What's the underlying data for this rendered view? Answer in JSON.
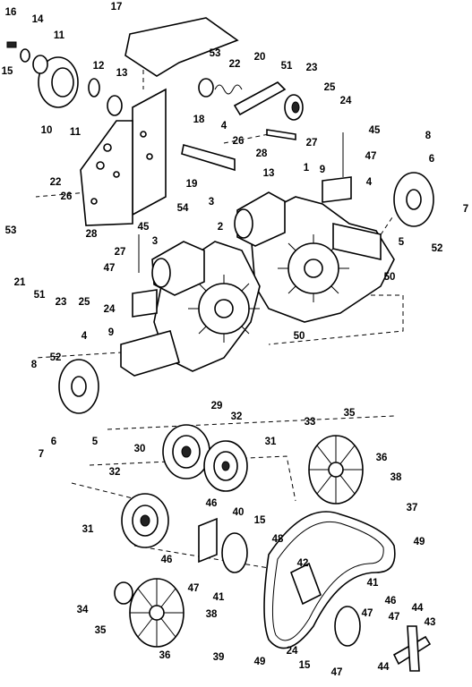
{
  "callouts": [
    {
      "id": "c16a",
      "text": "16"
    },
    {
      "id": "c14",
      "text": "14"
    },
    {
      "id": "c11a",
      "text": "11"
    },
    {
      "id": "c15a",
      "text": "15"
    },
    {
      "id": "c10",
      "text": "10"
    },
    {
      "id": "c12",
      "text": "12"
    },
    {
      "id": "c13a",
      "text": "13"
    },
    {
      "id": "c11b",
      "text": "11"
    },
    {
      "id": "c17",
      "text": "17"
    },
    {
      "id": "c53a",
      "text": "53"
    },
    {
      "id": "c22a",
      "text": "22"
    },
    {
      "id": "c20",
      "text": "20"
    },
    {
      "id": "c51a",
      "text": "51"
    },
    {
      "id": "c23a",
      "text": "23"
    },
    {
      "id": "c25a",
      "text": "25"
    },
    {
      "id": "c24a",
      "text": "24"
    },
    {
      "id": "c18",
      "text": "18"
    },
    {
      "id": "c4a",
      "text": "4"
    },
    {
      "id": "c26a",
      "text": "26"
    },
    {
      "id": "c28a",
      "text": "28"
    },
    {
      "id": "c27a",
      "text": "27"
    },
    {
      "id": "c45a",
      "text": "45"
    },
    {
      "id": "c47a",
      "text": "47"
    },
    {
      "id": "c8a",
      "text": "8"
    },
    {
      "id": "c6a",
      "text": "6"
    },
    {
      "id": "c7a",
      "text": "7"
    },
    {
      "id": "c19",
      "text": "19"
    },
    {
      "id": "c13b",
      "text": "13"
    },
    {
      "id": "c1",
      "text": "1"
    },
    {
      "id": "c9a",
      "text": "9"
    },
    {
      "id": "c4b",
      "text": "4"
    },
    {
      "id": "c22b",
      "text": "22"
    },
    {
      "id": "c26b",
      "text": "26"
    },
    {
      "id": "c54",
      "text": "54"
    },
    {
      "id": "c3a",
      "text": "3"
    },
    {
      "id": "c5a",
      "text": "5"
    },
    {
      "id": "c52a",
      "text": "52"
    },
    {
      "id": "c53b",
      "text": "53"
    },
    {
      "id": "c28b",
      "text": "28"
    },
    {
      "id": "c27b",
      "text": "27"
    },
    {
      "id": "c45b",
      "text": "45"
    },
    {
      "id": "c2",
      "text": "2"
    },
    {
      "id": "c3b",
      "text": "3"
    },
    {
      "id": "c21",
      "text": "21"
    },
    {
      "id": "c51b",
      "text": "51"
    },
    {
      "id": "c23b",
      "text": "23"
    },
    {
      "id": "c25b",
      "text": "25"
    },
    {
      "id": "c47b",
      "text": "47"
    },
    {
      "id": "c50a",
      "text": "50"
    },
    {
      "id": "c24b",
      "text": "24"
    },
    {
      "id": "c9b",
      "text": "9"
    },
    {
      "id": "c4c",
      "text": "4"
    },
    {
      "id": "c50b",
      "text": "50"
    },
    {
      "id": "c52b",
      "text": "52"
    },
    {
      "id": "c8b",
      "text": "8"
    },
    {
      "id": "c6b",
      "text": "6"
    },
    {
      "id": "c5b",
      "text": "5"
    },
    {
      "id": "c7b",
      "text": "7"
    },
    {
      "id": "c29",
      "text": "29"
    },
    {
      "id": "c32a",
      "text": "32"
    },
    {
      "id": "c33",
      "text": "33"
    },
    {
      "id": "c35a",
      "text": "35"
    },
    {
      "id": "c31a",
      "text": "31"
    },
    {
      "id": "c30",
      "text": "30"
    },
    {
      "id": "c36a",
      "text": "36"
    },
    {
      "id": "c38a",
      "text": "38"
    },
    {
      "id": "c32b",
      "text": "32"
    },
    {
      "id": "c37",
      "text": "37"
    },
    {
      "id": "c46a",
      "text": "46"
    },
    {
      "id": "c40",
      "text": "40"
    },
    {
      "id": "c31b",
      "text": "31"
    },
    {
      "id": "c15b",
      "text": "15"
    },
    {
      "id": "c48",
      "text": "48"
    },
    {
      "id": "c46b",
      "text": "46"
    },
    {
      "id": "c49a",
      "text": "49"
    },
    {
      "id": "c42",
      "text": "42"
    },
    {
      "id": "c47c",
      "text": "47"
    },
    {
      "id": "c41a",
      "text": "41"
    },
    {
      "id": "c34",
      "text": "34"
    },
    {
      "id": "c41b",
      "text": "41"
    },
    {
      "id": "c47d",
      "text": "47"
    },
    {
      "id": "c46c",
      "text": "46"
    },
    {
      "id": "c47e",
      "text": "47"
    },
    {
      "id": "c44a",
      "text": "44"
    },
    {
      "id": "c43",
      "text": "43"
    },
    {
      "id": "c35b",
      "text": "35"
    },
    {
      "id": "c38b",
      "text": "38"
    },
    {
      "id": "c36b",
      "text": "36"
    },
    {
      "id": "c39",
      "text": "39"
    },
    {
      "id": "c49b",
      "text": "49"
    },
    {
      "id": "c24c",
      "text": "24"
    },
    {
      "id": "c15c",
      "text": "15"
    },
    {
      "id": "c47f",
      "text": "47"
    },
    {
      "id": "c44b",
      "text": "44"
    }
  ]
}
